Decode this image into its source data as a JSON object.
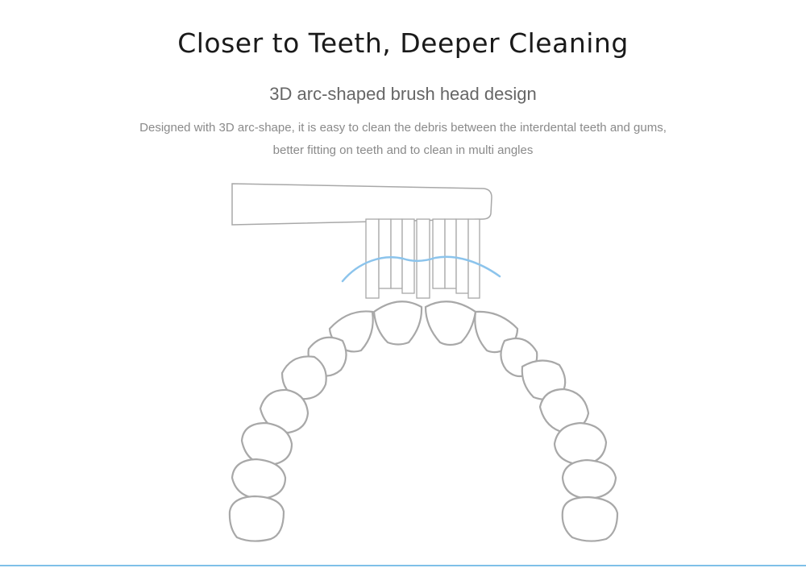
{
  "page": {
    "headline": "Closer to Teeth, Deeper Cleaning",
    "subtitle": "3D arc-shaped brush head design",
    "description_lines": [
      "Designed with 3D arc-shape, it is easy to clean the debris between the interdental teeth and gums,",
      "better fitting on teeth and to clean in multi angles"
    ]
  },
  "illustration": {
    "objects": [
      "brush-head-icon",
      "bristles-icon",
      "arc-curve",
      "teeth-arch-icon"
    ],
    "colors": {
      "outline": "#a8a8a8",
      "arc": "#8cc4ec",
      "bottom_line": "#7fc0e8"
    }
  }
}
